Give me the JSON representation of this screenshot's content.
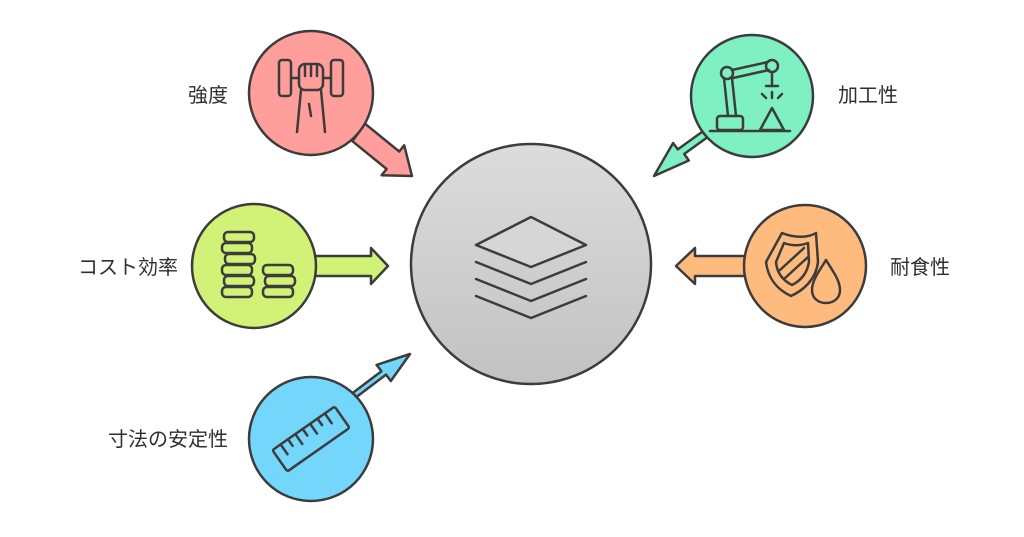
{
  "nodes": {
    "strength": {
      "label": "強度",
      "icon": "dumbbell-hand-icon",
      "color": "#FF9E9A"
    },
    "cost": {
      "label": "コスト効率",
      "icon": "coin-stacks-icon",
      "color": "#D2F277"
    },
    "dimension": {
      "label": "寸法の安定性",
      "icon": "ruler-icon",
      "color": "#74D6FB"
    },
    "machinability": {
      "label": "加工性",
      "icon": "robot-arm-icon",
      "color": "#7FF0C2"
    },
    "corrosion": {
      "label": "耐食性",
      "icon": "shield-drop-icon",
      "color": "#FFBB7D"
    }
  },
  "center": {
    "icon": "layers-icon",
    "color": "#D0D0D0"
  },
  "colors": {
    "stroke": "#3c3c3c"
  }
}
